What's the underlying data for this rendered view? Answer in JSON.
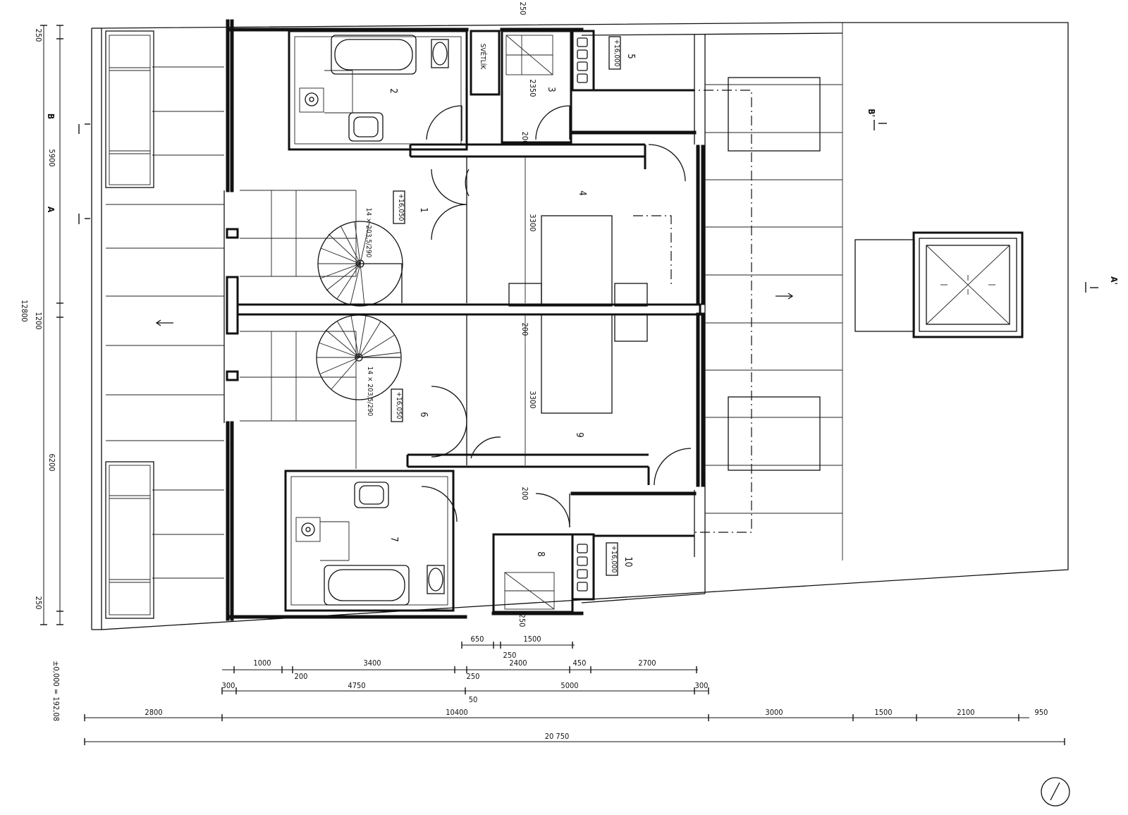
{
  "rooms": {
    "r1": "1",
    "r2": "2",
    "r3": "3",
    "r4": "4",
    "r5": "5",
    "r6": "6",
    "r7": "7",
    "r8": "8",
    "r9": "9",
    "r10": "10"
  },
  "levels": {
    "l1": "+16,050",
    "l5": "+16,000",
    "l6": "+16,050",
    "l10": "+16,000"
  },
  "stairs": {
    "upper": "14 × 203,5/290",
    "lower": "14 × 203,5/290"
  },
  "skylight_label": "SVĚTLÍK",
  "sections": {
    "b_left": "B",
    "a_left": "A",
    "b_right": "B'",
    "a_right": "A'"
  },
  "datum": "±0,000 = 192,08",
  "interior_dims": {
    "d250_top": "250",
    "d2350": "2350",
    "d200_a": "200",
    "d3300_a": "3300",
    "d200_b": "200",
    "d3300_b": "3300",
    "d200_c": "200",
    "d250_bottom": "250"
  },
  "left_dims": {
    "top": "250",
    "a": "5900",
    "b": "1200",
    "c": "6200",
    "bottom": "250",
    "total": "12800"
  },
  "bottom_dims": {
    "row1": [
      "650",
      "1500",
      "250"
    ],
    "row2": [
      "1000",
      "200",
      "3400",
      "250",
      "2400",
      "450",
      "2700"
    ],
    "row3": [
      "300",
      "4750",
      "50",
      "5000",
      "300"
    ],
    "row4": [
      "2800",
      "10400",
      "3000",
      "1500",
      "2100",
      "950"
    ],
    "total": "20 750"
  }
}
